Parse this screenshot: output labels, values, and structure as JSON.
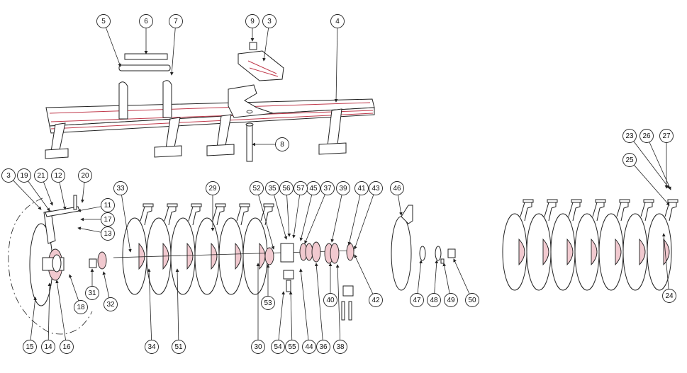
{
  "diagram": {
    "callouts": [
      "3",
      "4",
      "5",
      "6",
      "7",
      "8",
      "9",
      "11",
      "12",
      "13",
      "14",
      "15",
      "16",
      "17",
      "18",
      "19",
      "20",
      "21",
      "23",
      "24",
      "25",
      "26",
      "27",
      "29",
      "30",
      "31",
      "32",
      "33",
      "34",
      "35",
      "36",
      "37",
      "38",
      "39",
      "40",
      "41",
      "42",
      "43",
      "44",
      "45",
      "46",
      "47",
      "48",
      "49",
      "50",
      "51",
      "52",
      "53",
      "54",
      "55",
      "56",
      "57"
    ]
  }
}
